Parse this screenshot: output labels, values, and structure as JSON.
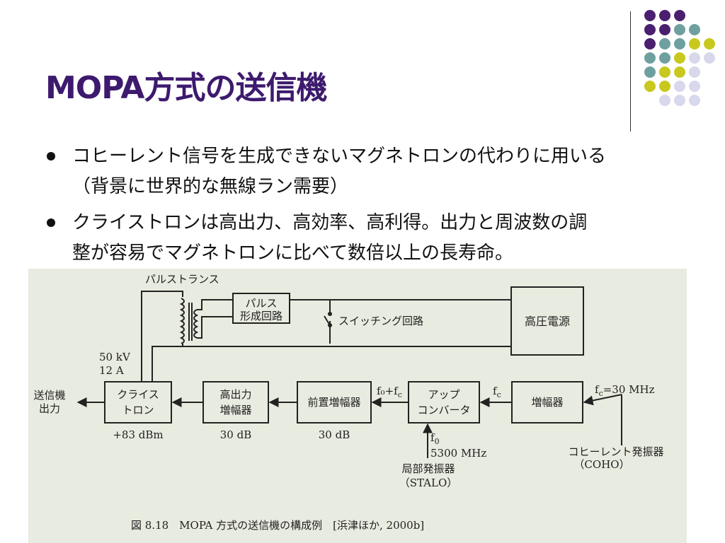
{
  "slide": {
    "title": "MOPA方式の送信機",
    "bullets": [
      {
        "lines": [
          "コヒーレント信号を生成できないマグネトロンの代わりに用いる",
          "（背景に世界的な無線ラン需要）"
        ]
      },
      {
        "lines": [
          "クライストロンは高出力、高効率、高利得。出力と周波数の調",
          "整が容易でマグネトロンに比べて数倍以上の長寿命。"
        ]
      }
    ]
  },
  "decoration": {
    "dot_colors": {
      "purple": "#4b1f6f",
      "teal": "#6fa0a0",
      "yellow": "#c8c81e",
      "lavender": "#d8d8ec"
    }
  },
  "figure": {
    "labels": {
      "pulse_transformer": "パルストランス",
      "pulse_network_l1": "パルス",
      "pulse_network_l2": "形成回路",
      "switching_circuit": "スイッチング回路",
      "hv_power": "高圧電源",
      "voltage": "50 kV",
      "current": "12 A",
      "output_l1": "送信機",
      "output_l2": "出力",
      "klystron_l1": "クライス",
      "klystron_l2": "トロン",
      "klystron_power": "+83 dBm",
      "hpa_l1": "高出力",
      "hpa_l2": "増幅器",
      "hpa_gain": "30 dB",
      "preamp": "前置増幅器",
      "preamp_gain": "30 dB",
      "sum_freq_main": "f₀+f",
      "sum_freq_sub": "c",
      "upconv_l1": "アップ",
      "upconv_l2": "コンバータ",
      "fc_main": "f",
      "fc_sub": "c",
      "amp": "増幅器",
      "coho_freq_main": "f",
      "coho_freq_sub": "c",
      "coho_freq_val": "=30 MHz",
      "f0_main": "f",
      "f0_sub": "0",
      "stalo_freq": "5300 MHz",
      "coho_l1": "コヒーレント発振器",
      "coho_l2": "（COHO）",
      "stalo_l1": "局部発振器",
      "stalo_l2": "（STALO）",
      "caption": "図 8.18　MOPA 方式の送信機の構成例　[浜津ほか, 2000b]"
    }
  }
}
